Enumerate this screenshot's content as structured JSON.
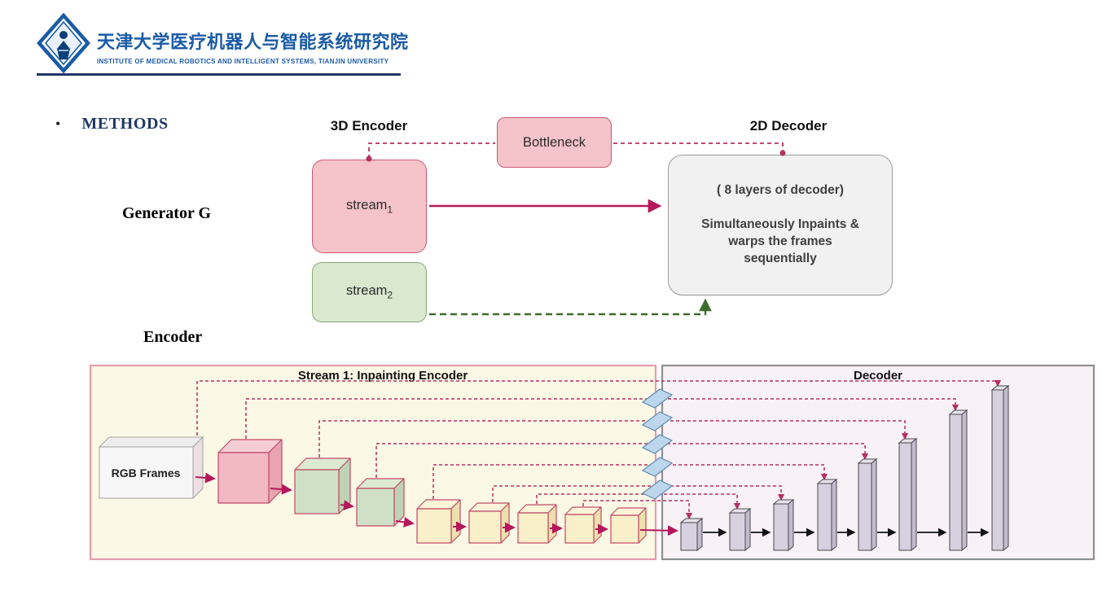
{
  "header": {
    "title_cn": "天津大学医疗机器人与智能系统研究院",
    "subtitle_en": "INSTITUTE OF MEDICAL ROBOTICS AND INTELLIGENT SYSTEMS, TIANJIN UNIVERSITY"
  },
  "methods": {
    "bullet": "•",
    "title": "METHODS"
  },
  "generator": {
    "label": "Generator G",
    "encoder_3d": "3D Encoder",
    "decoder_2d": "2D Decoder",
    "bottleneck": "Bottleneck",
    "stream1_base": "stream",
    "stream1_sub": "1",
    "stream2_base": "stream",
    "stream2_sub": "2",
    "decoder_line1": "( 8 layers of decoder)",
    "decoder_line2": "Simultaneously Inpaints &",
    "decoder_line3": "warps the frames",
    "decoder_line4": "sequentially"
  },
  "encoder": {
    "label": "Encoder"
  },
  "architecture": {
    "stream1_title": "Stream 1: Inpainting Encoder",
    "decoder_title": "Decoder",
    "rgb_label": "RGB Frames"
  },
  "colors": {
    "brand_blue": "#1a5ba6",
    "navy": "#1f3864",
    "crimson": "#b5175c",
    "pink_fill": "#f5c3ca",
    "green_fill": "#d9e8cf",
    "dark_green": "#3e6b2e",
    "gray_box": "#f1f1f1",
    "panel_yellow": "#fbf8e6",
    "panel_lavender": "#f8f1f6",
    "blue_slab": "#bcd6ec",
    "purple_slab": "#d7d0df",
    "yellow_cube": "#f9efc8"
  }
}
